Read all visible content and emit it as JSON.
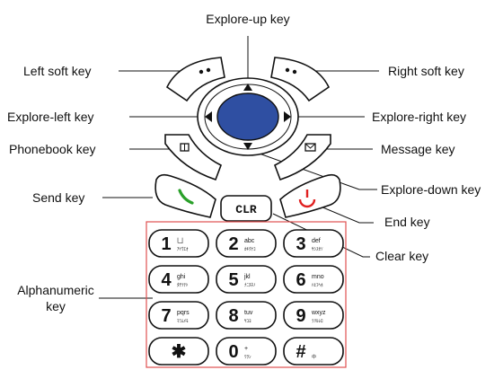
{
  "labels": {
    "explore_up": "Explore-up key",
    "left_soft": "Left soft key",
    "right_soft": "Right soft key",
    "explore_left": "Explore-left key",
    "explore_right": "Explore-right key",
    "phonebook": "Phonebook key",
    "message": "Message key",
    "explore_down": "Explore-down key",
    "send": "Send key",
    "end": "End key",
    "clear": "Clear key",
    "alphanumeric_line1": "Alphanumeric",
    "alphanumeric_line2": "key"
  },
  "clr_label": "CLR",
  "keypad": [
    {
      "main": "1",
      "sub1": "凵",
      "sub2": "ｱｲｳｴｵ"
    },
    {
      "main": "2",
      "sub1": "abc",
      "sub2": "ｶｷｸｹｺ"
    },
    {
      "main": "3",
      "sub1": "def",
      "sub2": "ｻｼｽｾｿ"
    },
    {
      "main": "4",
      "sub1": "ghi",
      "sub2": "ﾀﾁﾂﾃﾄ"
    },
    {
      "main": "5",
      "sub1": "jkl",
      "sub2": "ﾅﾆﾇﾈﾉ"
    },
    {
      "main": "6",
      "sub1": "mno",
      "sub2": "ﾊﾋﾌﾍﾎ"
    },
    {
      "main": "7",
      "sub1": "pqrs",
      "sub2": "ﾏﾐﾑﾒﾓ"
    },
    {
      "main": "8",
      "sub1": "tuv",
      "sub2": "ﾔﾕﾖ"
    },
    {
      "main": "9",
      "sub1": "wxyz",
      "sub2": "ﾗﾘﾙﾚﾛ"
    },
    {
      "main": "✱",
      "sub1": "",
      "sub2": ""
    },
    {
      "main": "0",
      "sub1": "+",
      "sub2": "ﾜｦﾝ"
    },
    {
      "main": "#",
      "sub1": "",
      "sub2": "中"
    }
  ],
  "colors": {
    "frame": "#e05050",
    "nav_fill": "#2f4fa2",
    "send_icon": "#2aa02a",
    "end_icon": "#e02020"
  },
  "icons": {
    "phonebook": "book-icon",
    "message": "envelope-icon",
    "send": "handset-green-icon",
    "end": "handset-red-icon"
  }
}
